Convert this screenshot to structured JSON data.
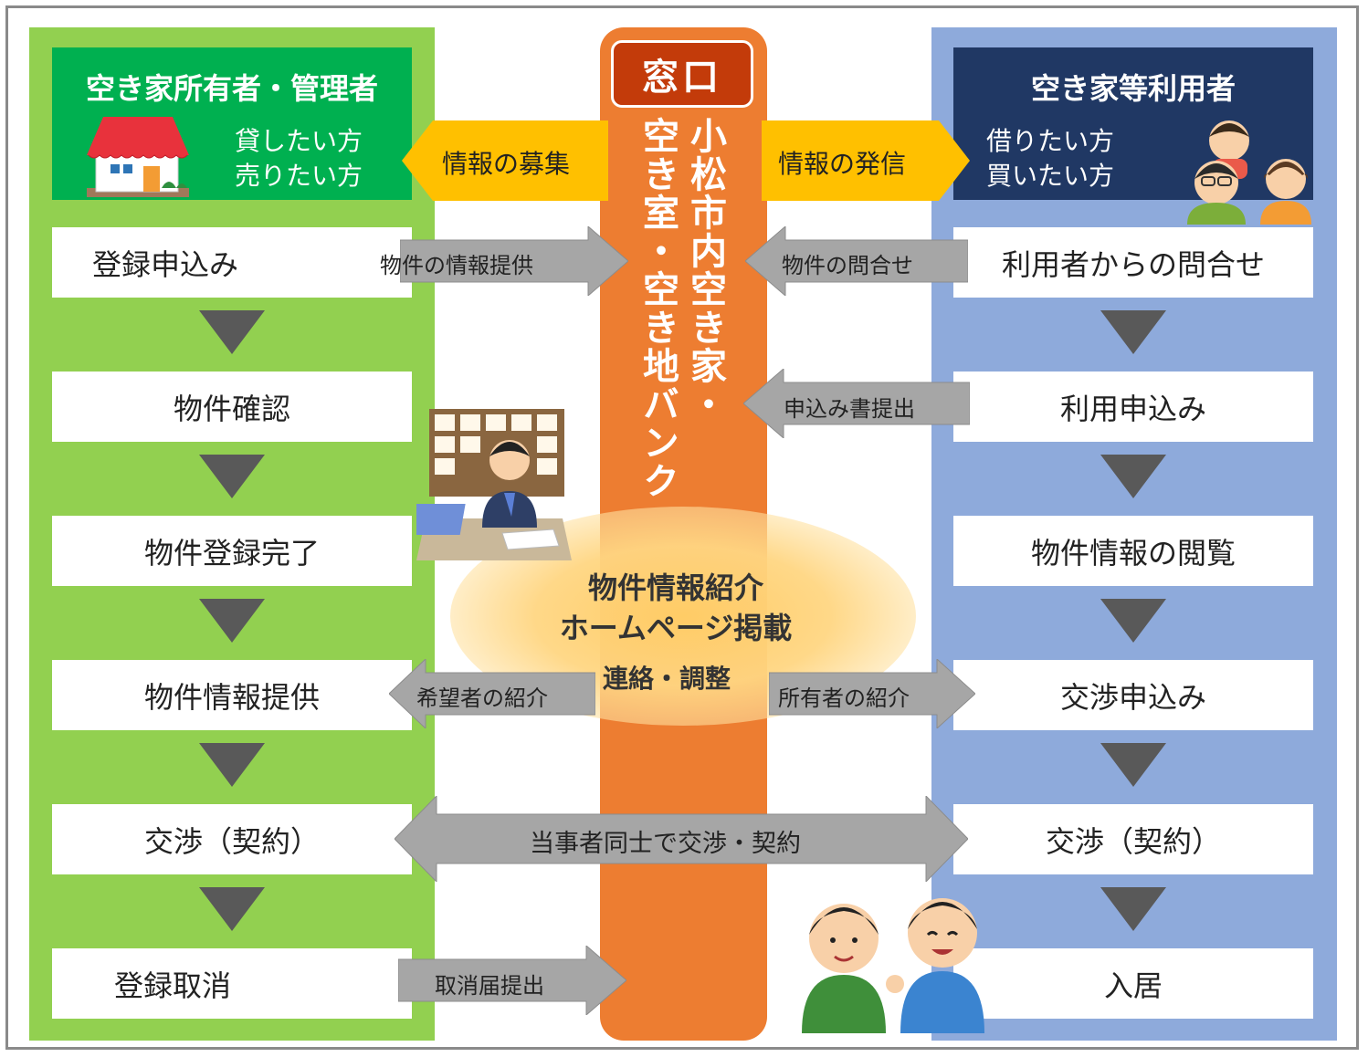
{
  "window_label": "窓口",
  "bank_name_col1": "小松市内空き家・",
  "bank_name_col2": "空き室・空き地バンク",
  "owner": {
    "title": "空き家所有者・管理者",
    "sub1": "貸したい方",
    "sub2": "売りたい方",
    "steps": [
      "登録申込み",
      "物件確認",
      "物件登録完了",
      "物件情報提供",
      "交渉（契約）",
      "登録取消"
    ]
  },
  "user": {
    "title": "空き家等利用者",
    "sub1": "借りたい方",
    "sub2": "買いたい方",
    "steps": [
      "利用者からの問合せ",
      "利用申込み",
      "物件情報の閲覧",
      "交渉申込み",
      "交渉（契約）",
      "入居"
    ]
  },
  "arrows": {
    "recruit": "情報の募集",
    "publish": "情報の発信",
    "provide_info": "物件の情報提供",
    "inquiry": "物件の問合せ",
    "application": "申込み書提出",
    "introduce_applicant": "希望者の紹介",
    "introduce_owner": "所有者の紹介",
    "negotiate": "当事者同士で交渉・契約",
    "cancel": "取消届提出"
  },
  "center": {
    "line1": "物件情報紹介",
    "line2": "ホームページ掲載",
    "coordination": "連絡・調整"
  },
  "colors": {
    "owner_column": "#92d050",
    "owner_header": "#00b050",
    "user_column": "#8eaadb",
    "user_header": "#203864",
    "center_bar": "#ed7d31",
    "window_box": "#c33b0a",
    "yellow_arrow": "#ffc000",
    "gray_arrow": "#a6a6a6",
    "down_triangle": "#595959"
  },
  "illustrations": [
    "house-illustration",
    "family-illustration",
    "staff-at-desk-illustration",
    "two-men-talking-illustration"
  ]
}
